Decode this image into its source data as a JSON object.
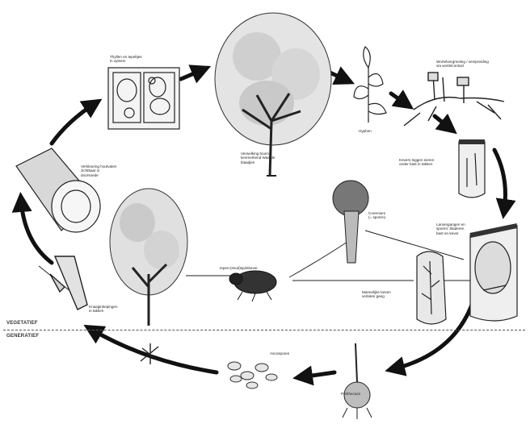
{
  "labels": {
    "tylose": "Thyllen en tepeltjes\nin xyleem",
    "ziekte_boom": "Verwelking boom;\nkenmerkend Waarde\nblaadjes",
    "kiemhyfen": "Hyphen",
    "wortel": "Wortelvergroeiing / verspreiding\nvia wortelcontact",
    "kever_in_boom": "Kevers leggen eieren\nonder bast in takken",
    "verkleuring": "Verkleuring houtvaten\nzichtbaar in\ndoorsnede",
    "coremium": "Coremium\n(= sporen)",
    "larvengangen": "Larvengangen en\nsporen; bladeren\nbast en kever",
    "kever_label": "Iepen-(snuit)spintkever",
    "mannetjes": "Mannelijke larven\nverlaten gang",
    "vorming_kever": "Knaaginkepingen\nin takken",
    "ascosporen": "Ascosporen",
    "perithecium": "Perithecium",
    "vegetatief": "VEGETATIEF",
    "generatief": "GENERATIEF"
  }
}
